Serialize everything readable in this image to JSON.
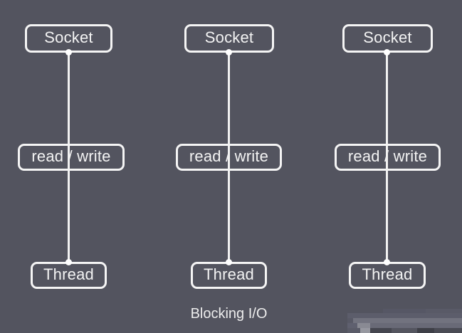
{
  "diagram": {
    "title": "Blocking I/O",
    "caption": "Blocking I/O",
    "background_color": "#53545f",
    "stroke_color": "#f5f5f5",
    "text_color": "#f3f3f3",
    "columns": [
      {
        "id": "column-1",
        "socket": {
          "label": "Socket"
        },
        "readwrite": {
          "label": "read / write"
        },
        "thread": {
          "label": "Thread"
        }
      },
      {
        "id": "column-2",
        "socket": {
          "label": "Socket"
        },
        "readwrite": {
          "label": "read / write"
        },
        "thread": {
          "label": "Thread"
        }
      },
      {
        "id": "column-3",
        "socket": {
          "label": "Socket"
        },
        "readwrite": {
          "label": "read / write"
        },
        "thread": {
          "label": "Thread"
        }
      }
    ],
    "watermark": {
      "kind": "mosaic-blurred-logo",
      "visible_text": ""
    }
  }
}
